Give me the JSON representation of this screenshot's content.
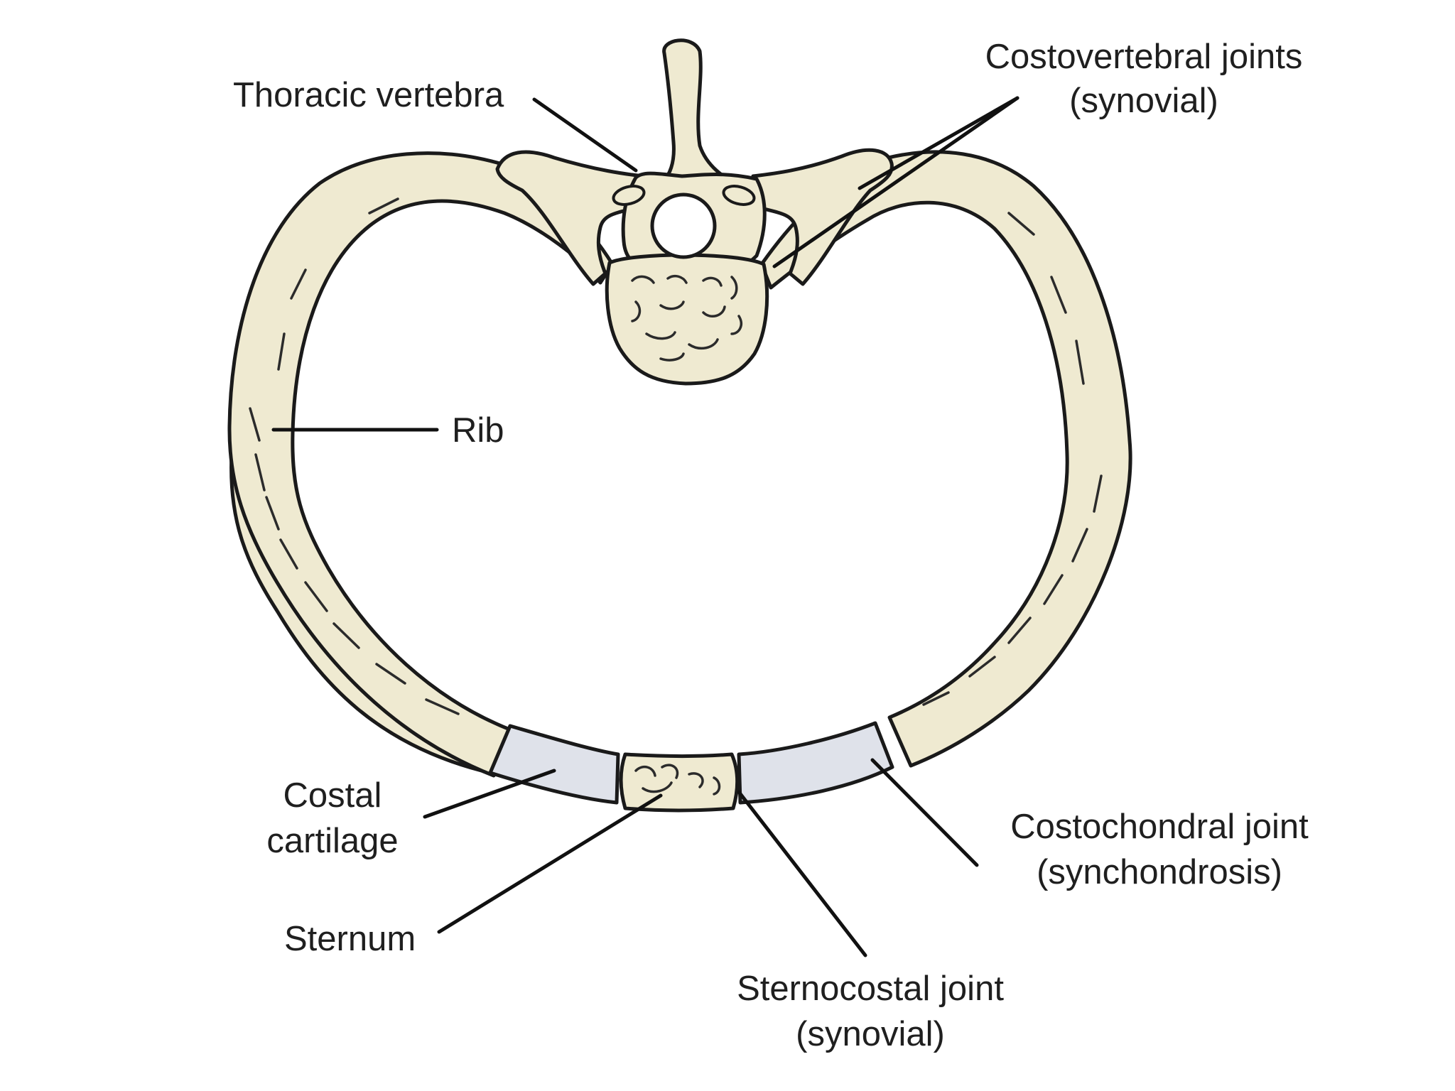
{
  "labels": {
    "thoracic_vertebra": "Thoracic vertebra",
    "costovertebral_line1": "Costovertebral joints",
    "costovertebral_line2": "(synovial)",
    "rib": "Rib",
    "costal_cartilage_line1": "Costal",
    "costal_cartilage_line2": "cartilage",
    "sternum": "Sternum",
    "sternocostal_line1": "Sternocostal joint",
    "sternocostal_line2": "(synovial)",
    "costochondral_line1": "Costochondral joint",
    "costochondral_line2": "(synchondrosis)"
  },
  "colors": {
    "bone": "#efead1",
    "cartilage": "#dfe2ea",
    "outline": "#1a1a1a",
    "background": "#ffffff"
  }
}
